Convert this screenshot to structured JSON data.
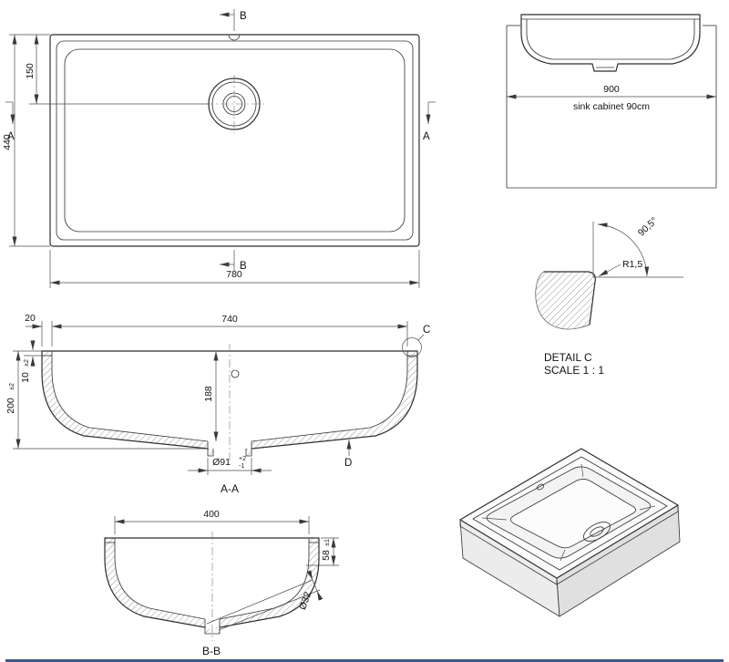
{
  "drawing": {
    "plan": {
      "dim_width": "780",
      "dim_height": "440",
      "dim_drain_from_top": "150",
      "section_a": "A",
      "section_b": "B"
    },
    "cabinet": {
      "dim_width": "900",
      "label": "sink cabinet 90cm"
    },
    "detail_c": {
      "title": "DETAIL C",
      "scale": "SCALE 1 : 1",
      "radius": "R1,5",
      "angle": "90,5°"
    },
    "section_aa": {
      "label": "A-A",
      "dim_inner_width": "740",
      "dim_rim_offset": "20",
      "dim_depth": "188",
      "dim_height": "200",
      "dim_height_tol": "±2",
      "dim_rim_thickness": "10",
      "dim_rim_tol": "±2",
      "dim_drain": "Ø91",
      "dim_drain_tol_plus": "+2",
      "dim_drain_tol_minus": "-1",
      "marker_c": "C",
      "marker_d": "D"
    },
    "section_bb": {
      "label": "B-B",
      "dim_width": "400",
      "dim_depth": "58",
      "dim_depth_tol": "±1",
      "dim_drain": "Ø32"
    }
  }
}
